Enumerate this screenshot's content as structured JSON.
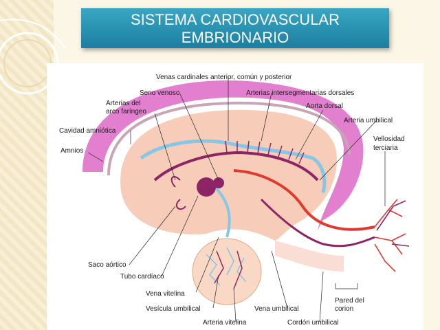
{
  "title": {
    "line1": "SISTEMA CARDIOVASCULAR",
    "line2": "EMBRIONARIO"
  },
  "labels": {
    "venas_cardinales": "Venas cardinales anterior, común y posterior",
    "seno_venoso": "Seno venoso",
    "arterias_intersegmentarias": "Arterias intersegmentarias dorsales",
    "arterias_del": "Arterias del",
    "arco_faringeo": "arco faríngeo",
    "aorta_dorsal": "Aorta dorsal",
    "cavidad_amniotica": "Cavidad amniótica",
    "arteria_umbilical": "Arteria umbilical",
    "amnios": "Amnios",
    "vellosidad": "Vellosidad",
    "terciaria": "terciaria",
    "saco_aortico": "Saco aórtico",
    "tubo_cardiaco": "Tubo cardíaco",
    "pared_del": "Pared del",
    "corion": "corion",
    "vena_vitelina": "Vena vitelina",
    "vesicula_umbilical": "Vesícula umbilical",
    "vena_umbilical": "Vena umbilical",
    "arteria_vitelina": "Arteria vitelina",
    "cordon_umbilical": "Cordón umbilical"
  },
  "colors": {
    "title_bg": "#2390b3",
    "amnion_pink": "#e37fcf",
    "embryo_tissue": "#f7cdb9",
    "vein_blue": "#86c6e6",
    "artery_red": "#e03a30",
    "vessel_purple": "#8c2465"
  }
}
